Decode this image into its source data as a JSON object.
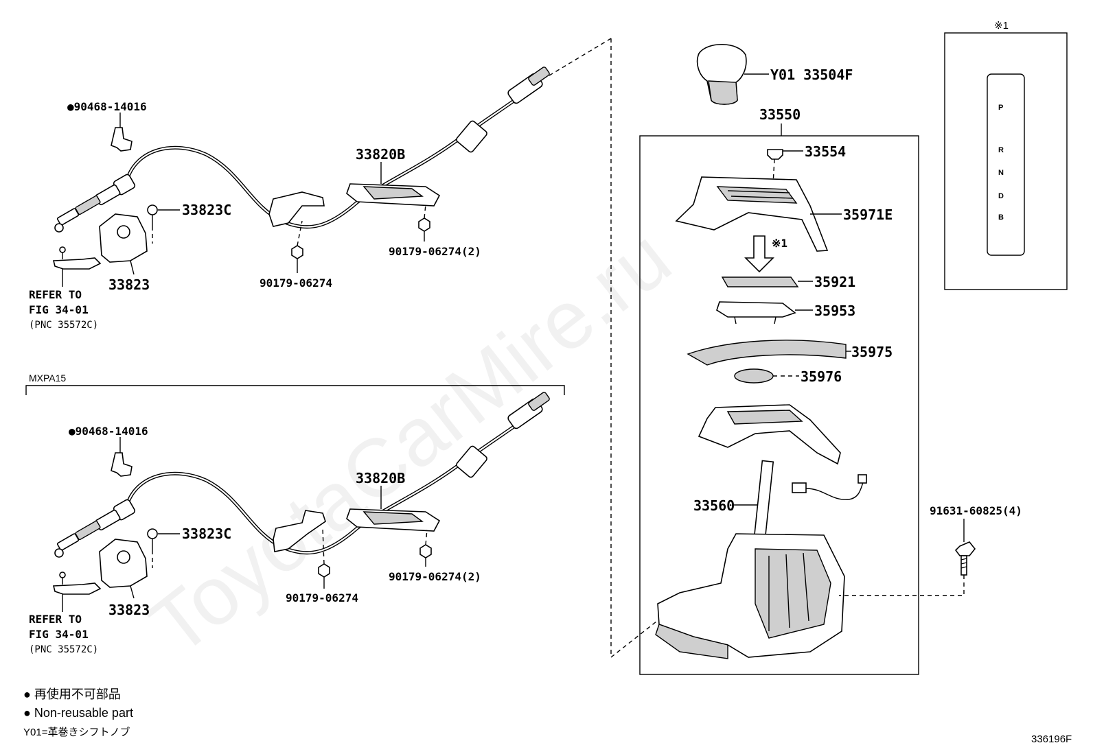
{
  "labels": {
    "top_clip": "●90468-14016",
    "top_bracket_bolt": "33823C",
    "top_bracket": "33823",
    "top_cable": "33820B",
    "top_nut_right": "90179-06274(2)",
    "top_nut_mid": "90179-06274",
    "top_refer_1": "REFER TO",
    "top_refer_2": "FIG 34-01",
    "top_refer_3": "(PNC 35572C)",
    "section_label": "MXPA15",
    "bot_clip": "●90468-14016",
    "bot_bracket_bolt": "33823C",
    "bot_bracket": "33823",
    "bot_cable": "33820B",
    "bot_nut_right": "90179-06274(2)",
    "bot_nut_mid": "90179-06274",
    "bot_refer_1": "REFER TO",
    "bot_refer_2": "FIG 34-01",
    "bot_refer_3": "(PNC 35572C)",
    "knob": "Y01 33504F",
    "assembly": "33550",
    "clip_33554": "33554",
    "cover": "35971E",
    "note_mark": "※1",
    "plate_35921": "35921",
    "plate_35953": "35953",
    "slide_35975": "35975",
    "slide_35976": "35976",
    "shifter": "33560",
    "bolt": "91631-60825(4)",
    "inset_mark": "※1",
    "gate_p": "P",
    "gate_r": "R",
    "gate_n": "N",
    "gate_d": "D",
    "gate_b": "B"
  },
  "legend": {
    "jp_line": "● 再使用不可部品",
    "en_line": "● Non-reusable part",
    "y01_line": "Y01=革巻きシフトノブ"
  },
  "figure_code": "336196F",
  "watermark": "ToyotaCarMire.ru"
}
